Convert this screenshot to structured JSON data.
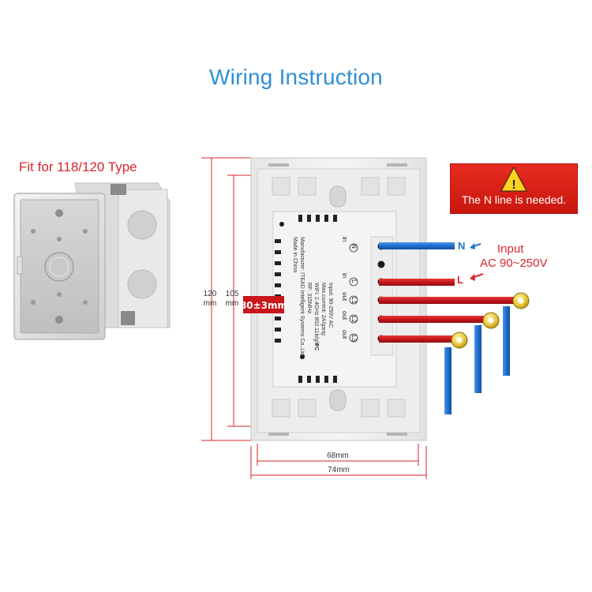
{
  "title": "Wiring Instruction",
  "fit_label": "Fit for 118/120 Type",
  "warning": {
    "text": "The N line is needed.",
    "symbol": "!"
  },
  "input": {
    "line1": "Input",
    "line2": "AC 90~250V",
    "n": "N",
    "l": "L"
  },
  "dimensions": {
    "height_outer_value": "120",
    "height_inner_value": "105",
    "unit": "mm",
    "module_width": "80±3mm",
    "width_inner": "68mm",
    "width_outer": "74mm"
  },
  "module": {
    "line1": "Made in China",
    "line2": "Manufacturer: ITEAD Intelligent Systems Co.,Ltd",
    "line3": "RF: 315MHz",
    "line4": "WiFi: 2.4GHz 802.11b/g/n",
    "line5": "Max.current: 2A/gang",
    "line6": "Input: 90-250V AC",
    "in_n": "in",
    "in_l": "in",
    "out1": "out",
    "out2": "out",
    "out3": "out",
    "fc": "FC"
  },
  "terminals": [
    "N",
    "L",
    "L1",
    "L2",
    "L3"
  ],
  "colors": {
    "title": "#2f8fd6",
    "red": "#d9262a",
    "blue": "#2277cc",
    "wire_red": "#c8161b",
    "wire_blue": "#1f6fd0"
  }
}
